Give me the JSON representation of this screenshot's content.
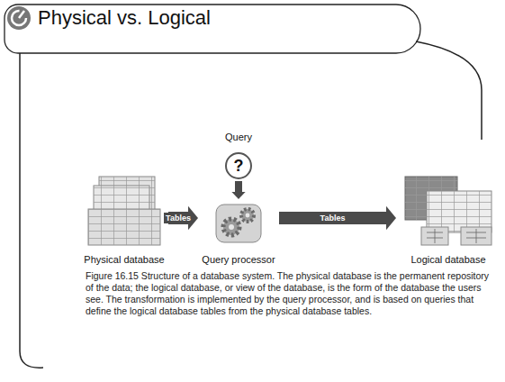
{
  "diagram": {
    "title": "Physical vs. Logical",
    "caption": "Figure 16.15 Structure of a database system. The physical database is the permanent repository of the data; the logical database, or view of the database, is the form of the database the users see. The transformation is implemented by the query processor, and is based on queries that define the logical database tables from the physical database tables.",
    "nodes": [
      {
        "text": [
          "Physical database"
        ]
      },
      {
        "text": [
          "Query",
          "?"
        ]
      },
      {
        "text": [
          "Query processor"
        ]
      },
      {
        "text": [
          "Logical database"
        ]
      }
    ],
    "edges": [
      {
        "from": 0,
        "to": 2,
        "label": "Tables",
        "arrow": "to"
      },
      {
        "from": 1,
        "to": 2,
        "arrow": "to"
      },
      {
        "from": 2,
        "to": 3,
        "label": "Tables",
        "arrow": "to"
      }
    ]
  }
}
